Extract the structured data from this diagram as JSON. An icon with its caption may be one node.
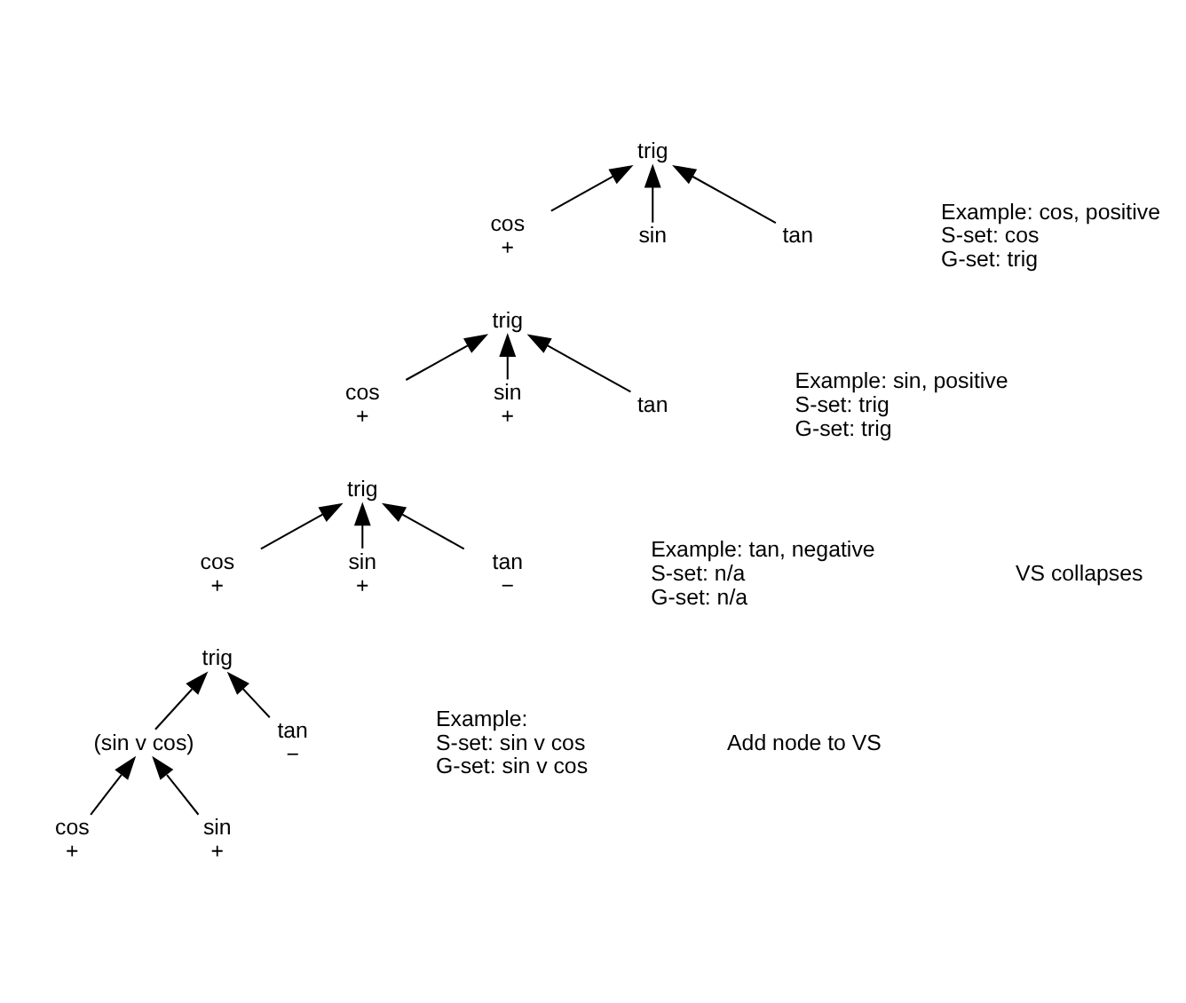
{
  "diagram": {
    "nodes": [
      {
        "text": [
          "trig"
        ]
      },
      {
        "text": [
          "cos"
        ],
        "beside": [
          "+"
        ]
      },
      {
        "text": [
          "sin"
        ]
      },
      {
        "text": [
          "tan"
        ]
      },
      {
        "text": [
          "trig"
        ]
      },
      {
        "text": [
          "cos"
        ],
        "beside": [
          "+"
        ]
      },
      {
        "text": [
          "sin"
        ],
        "beside": [
          "+"
        ]
      },
      {
        "text": [
          "tan"
        ]
      },
      {
        "text": [
          "trig"
        ]
      },
      {
        "text": [
          "cos"
        ],
        "beside": [
          "+"
        ]
      },
      {
        "text": [
          "sin"
        ],
        "beside": [
          "+"
        ]
      },
      {
        "text": [
          "tan"
        ],
        "beside": [
          "−"
        ]
      },
      {
        "text": [
          "trig"
        ]
      },
      {
        "text": [
          "(sin v cos)"
        ]
      },
      {
        "text": [
          "tan"
        ],
        "beside": [
          "−"
        ]
      },
      {
        "text": [
          "cos"
        ],
        "beside": [
          "+"
        ]
      },
      {
        "text": [
          "sin"
        ],
        "beside": [
          "+"
        ]
      }
    ],
    "edges": [
      {
        "from": 1,
        "to": 0,
        "arrow": "to"
      },
      {
        "from": 2,
        "to": 0,
        "arrow": "to"
      },
      {
        "from": 3,
        "to": 0,
        "arrow": "to"
      },
      {
        "from": 5,
        "to": 4,
        "arrow": "to"
      },
      {
        "from": 6,
        "to": 4,
        "arrow": "to"
      },
      {
        "from": 7,
        "to": 4,
        "arrow": "to"
      },
      {
        "from": 9,
        "to": 8,
        "arrow": "to"
      },
      {
        "from": 10,
        "to": 8,
        "arrow": "to"
      },
      {
        "from": 11,
        "to": 8,
        "arrow": "to"
      },
      {
        "from": 13,
        "to": 12,
        "arrow": "to"
      },
      {
        "from": 14,
        "to": 12,
        "arrow": "to"
      },
      {
        "from": 15,
        "to": 13,
        "arrow": "to"
      },
      {
        "from": 16,
        "to": 13,
        "arrow": "to"
      }
    ],
    "labels": [
      "Example: cos, positive",
      "S-set: cos",
      "G-set: trig",
      "Example: sin, positive",
      "S-set: trig",
      "G-set: trig",
      "Example: tan, negative",
      "S-set: n/a",
      "G-set: n/a",
      "VS collapses",
      "Example:",
      "S-set: sin v cos",
      "G-set: sin v cos",
      "Add node to VS"
    ]
  }
}
